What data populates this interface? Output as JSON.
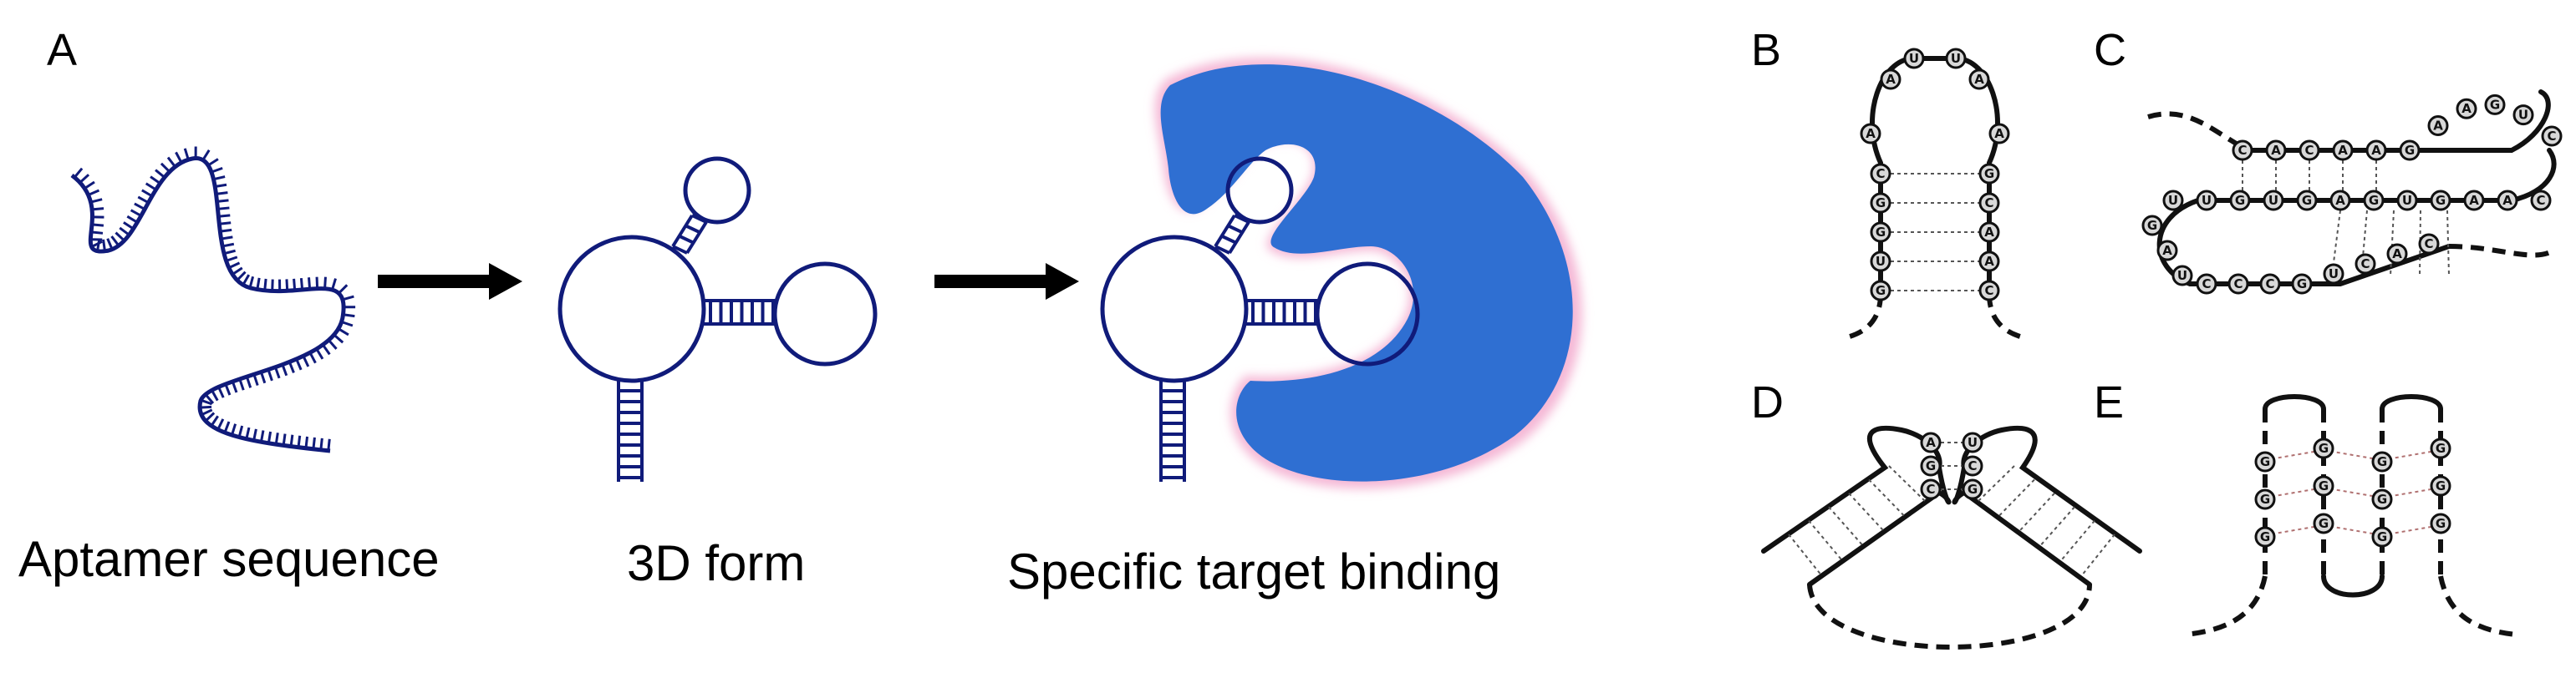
{
  "panels": {
    "A": {
      "letter": "A",
      "captions": [
        "Aptamer sequence",
        "3D form",
        "Specific target binding"
      ]
    },
    "B": {
      "letter": "B",
      "stem_left": [
        "C",
        "G",
        "G",
        "U",
        "G"
      ],
      "stem_right": [
        "G",
        "C",
        "A",
        "A",
        "C"
      ],
      "loop": [
        "A",
        "A",
        "U",
        "U",
        "A",
        "A"
      ]
    },
    "C": {
      "letter": "C",
      "top": [
        "C",
        "A",
        "C",
        "A",
        "A",
        "G",
        "A",
        "A",
        "G",
        "U",
        "C"
      ],
      "middle": [
        "U",
        "U",
        "G",
        "U",
        "G",
        "A",
        "G",
        "U",
        "G",
        "A",
        "A",
        "C"
      ],
      "bottom": [
        "G",
        "A",
        "U",
        "C",
        "C",
        "C",
        "G",
        "U",
        "C",
        "A",
        "C"
      ]
    },
    "D": {
      "letter": "D",
      "kissing": [
        [
          "A",
          "U"
        ],
        [
          "G",
          "C"
        ],
        [
          "C",
          "G"
        ]
      ]
    },
    "E": {
      "letter": "E",
      "quad": [
        "G",
        "G",
        "G",
        "G",
        "G",
        "G",
        "G",
        "G",
        "G",
        "G",
        "G",
        "G"
      ]
    }
  },
  "colors": {
    "strand": "#101b7a",
    "target": "#2f6fd2",
    "target_glow": "#f5b8d6"
  }
}
